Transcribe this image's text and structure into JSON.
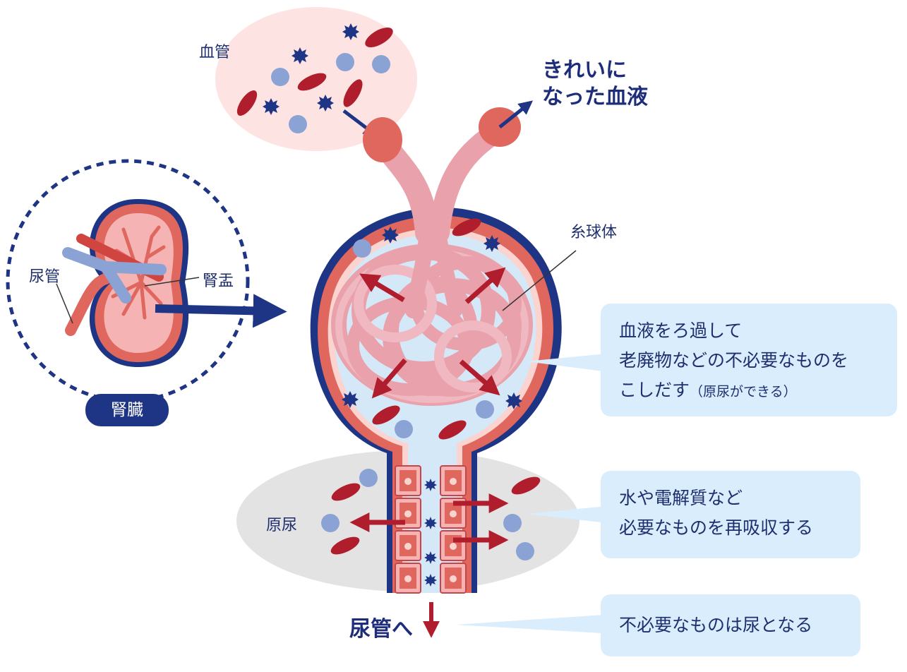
{
  "labels": {
    "blood_vessel": "血管",
    "clean_blood_line1": "きれいに",
    "clean_blood_line2": "なった血液",
    "glomerulus": "糸球体",
    "ureter": "尿管",
    "renal_pelvis": "腎盂",
    "kidney": "腎臓",
    "primary_urine": "原尿",
    "to_ureter": "尿管へ"
  },
  "callouts": {
    "filter": {
      "line1": "血液をろ過して",
      "line2": "老廃物などの不必要なものを",
      "line3_main": "こしだす",
      "line3_note": "（原尿ができる）"
    },
    "reabsorb": {
      "line1": "水や電解質など",
      "line2": "必要なものを再吸収する"
    },
    "urine": {
      "line1": "不必要なものは尿となる"
    }
  },
  "colors": {
    "navy": "#1e3585",
    "red_cell": "#b01e2d",
    "blue_cell": "#8aa3d4",
    "vessel_pink": "#e9a1ab",
    "vessel_wall": "#e0675e",
    "capsule_fill": "#d4e8f8",
    "callout_bg": "#d9edfc",
    "urine_zone": "#e3e3e3"
  }
}
